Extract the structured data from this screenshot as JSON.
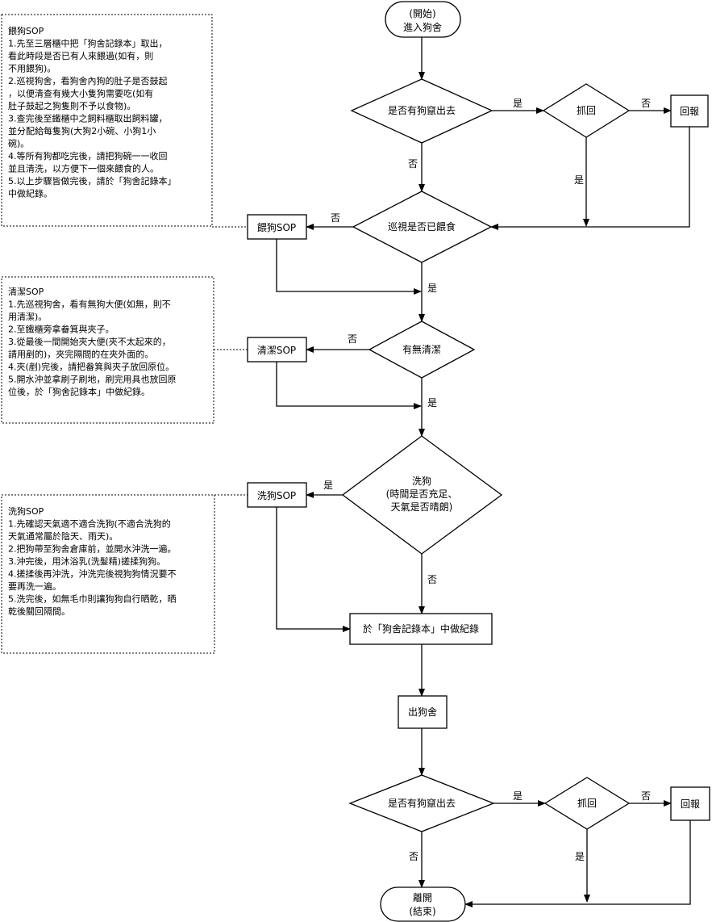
{
  "nodes": {
    "start": [
      "(開始)",
      "進入狗舍"
    ],
    "escape_check_1": "是否有狗竄出去",
    "catch_1": "抓回",
    "report_1": "回報",
    "feed_check": "巡視是否已餵食",
    "feed_sop": "餵狗SOP",
    "clean_check": "有無清潔",
    "clean_sop": "清潔SOP",
    "wash_check": [
      "洗狗",
      "(時間是否充足、",
      "天氣是否晴朗)"
    ],
    "wash_sop": "洗狗SOP",
    "record": "於「狗舍記錄本」中做紀錄",
    "exit_kennel": "出狗舍",
    "escape_check_2": "是否有狗竄出去",
    "catch_2": "抓回",
    "report_2": "回報",
    "end": [
      "離開",
      "(結束)"
    ]
  },
  "edge_labels": {
    "e1_yes": "是",
    "e1_no": "否",
    "catch1_no": "否",
    "catch1_yes": "是",
    "feed_no": "否",
    "feed_yes": "是",
    "clean_no": "否",
    "clean_yes": "是",
    "wash_yes": "是",
    "wash_no": "否",
    "e2_yes": "是",
    "e2_no": "否",
    "catch2_no": "否",
    "catch2_yes": "是"
  },
  "notes": {
    "feed": [
      "餵狗SOP",
      "1.先至三層櫃中把「狗舍記錄本」取出，",
      "   看此時段是否已有人來餵過(如有，則",
      "   不用餵狗)。",
      "2.巡視狗舍，看狗舍內狗的肚子是否鼓起",
      "   ，以便清查有幾大小隻狗需要吃(如有",
      "   肚子鼓起之狗隻則不予以食物)。",
      "3.查完後至鐵櫃中之飼料櫃取出飼料罐，",
      "   並分配給每隻狗(大狗2小碗、小狗1小",
      "   碗)。",
      "4.等所有狗都吃完後，請把狗碗一一收回",
      "   並且清洗，以方便下一個來餵食的人。",
      "5.以上步驟皆做完後，請於「狗舍記錄本」",
      "   中做紀錄。"
    ],
    "clean": [
      "清潔SOP",
      "1.先巡視狗舍，看有無狗大便(如無，則不",
      "   用清潔)。",
      "2.至鐵櫃旁拿畚箕與夾子。",
      "3.從最後一間開始夾大便(夾不太起來的，",
      "   請用剷的)，夾完隔間的在夾外面的。",
      "4.夾(剷)完後，請把畚箕與夾子放回原位。",
      "5.開水沖並拿刷子刷地，刷完用具也放回原",
      "   位後，於「狗舍記錄本」中做紀錄。"
    ],
    "wash": [
      "洗狗SOP",
      "1.先確認天氣適不適合洗狗(不適合洗狗的",
      "   天氣通常屬於陰天、雨天)。",
      "2.把狗帶至狗舍倉庫前，並開水沖洗一遍。",
      "3.沖完後，用沐浴乳(洗髮精)搓揉狗狗。",
      "4.搓揉後再沖洗，沖洗完後視狗狗情況要不",
      "   要再洗一遍。",
      "5.洗完後，如無毛巾則讓狗狗自行晒乾，晒",
      "   乾後關回隔間。"
    ]
  }
}
